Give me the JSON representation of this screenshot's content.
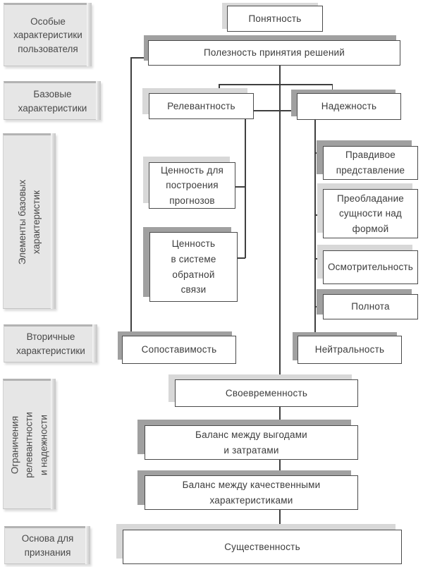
{
  "figure": {
    "description_language": "ru",
    "palette": {
      "node_fill": "#ffffff",
      "node_border": "#4a4a4a",
      "shadow_dark": "#a0a0a0",
      "shadow_light": "#d8d8d8",
      "slab_fill": "#e6e6e6",
      "line_color": "#3f3f3f",
      "text_color": "#3c3c3c"
    }
  },
  "sidebar": {
    "items": [
      {
        "id": "osobye",
        "label": "Особые\nхарактеристики\nпользователя"
      },
      {
        "id": "bazovye",
        "label": "Базовые\nхарактеристики"
      },
      {
        "id": "elementy",
        "label": "Элементы базовых\nхарактеристик"
      },
      {
        "id": "vtorichnye",
        "label": "Вторичные\nхарактеристики"
      },
      {
        "id": "ogranicheniya",
        "label": "Ограничения\nрелевантности\nи надежности"
      },
      {
        "id": "osnova",
        "label": "Основа для\nпризнания"
      }
    ]
  },
  "nodes": {
    "ponyatnost": {
      "label": "Понятность"
    },
    "poleznost": {
      "label": "Полезность принятия решений"
    },
    "relevantnost": {
      "label": "Релевантность"
    },
    "nadezhnost": {
      "label": "Надежность"
    },
    "cennost_prognozov": {
      "label": "Ценность для\nпостроения\nпрогнозов"
    },
    "cennost_svyazi": {
      "label": "Ценность\nв системе\nобратной\nсвязи"
    },
    "pravdivoe": {
      "label": "Правдивое\nпредставление"
    },
    "preobladanie": {
      "label": "Преобладание\nсущности над\nформой"
    },
    "osmotritelnost": {
      "label": "Осмотрительность"
    },
    "polnota": {
      "label": "Полнота"
    },
    "sopostavimost": {
      "label": "Сопоставимость"
    },
    "neytralnost": {
      "label": "Нейтральность"
    },
    "svoevremennost": {
      "label": "Своевременность"
    },
    "balans_vygody": {
      "label": "Баланс между выгодами\nи затратами"
    },
    "balans_kachestv": {
      "label": "Баланс между качественными\nхарактеристиками"
    },
    "sushchestvennost": {
      "label": "Существенность"
    }
  }
}
